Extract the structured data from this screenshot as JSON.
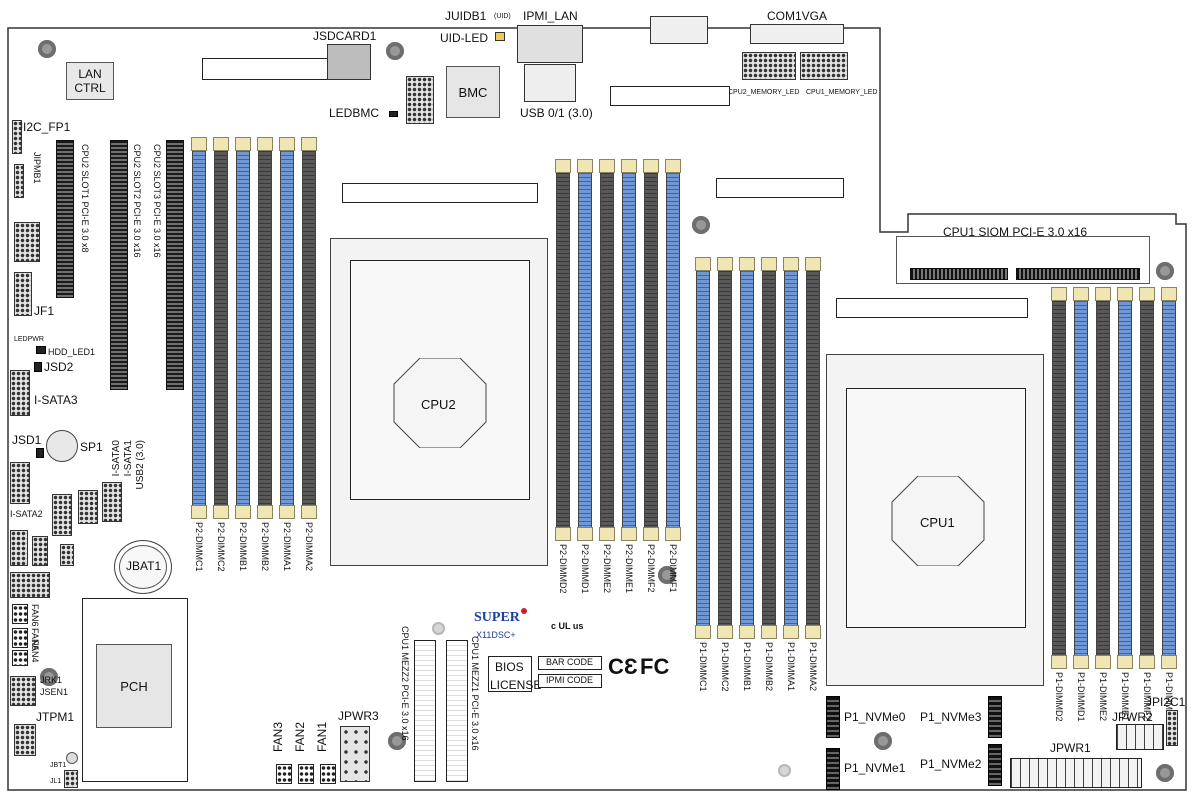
{
  "colors": {
    "board_outline": "#333333",
    "dimm_blue": "#6f98d4",
    "dimm_black": "#585858",
    "dimm_latch": "#efe6b4",
    "chip_fill": "#e6e6e6",
    "socket_fill": "#f3f3f3",
    "brand_red": "#cc1f2a",
    "brand_blue": "#1f3f9a"
  },
  "labels": {
    "juidb1": "JUIDB1",
    "uid_small": "(UID)",
    "uid_led": "UID-LED",
    "ipmi_lan": "IPMI_LAN",
    "com1vga": "COM1VGA",
    "jsdcard1": "JSDCARD1",
    "lan_ctrl_line1": "LAN",
    "lan_ctrl_line2": "CTRL",
    "bmc": "BMC",
    "ledbmc": "LEDBMC",
    "usb01": "USB 0/1 (3.0)",
    "cpu2_memory_led": "CPU2_MEMORY_LED",
    "cpu1_memory_led": "CPU1_MEMORY_LED",
    "ji2c_fp1": "JI2C_FP1",
    "jipmb1": "JIPMB1",
    "cpu2_slot1": "CPU2 SLOT1 PCI-E 3.0 x8",
    "cpu2_slot2": "CPU2 SLOT2 PCI-E 3.0 x16",
    "cpu2_slot3": "CPU2 SLOT3 PCI-E 3.0 x16",
    "jf1": "JF1",
    "ledpwr": "LEDPWR",
    "hdd_led1": "HDD_LED1",
    "jsd2": "JSD2",
    "isata3": "I-SATA3",
    "jsd1": "JSD1",
    "sp1": "SP1",
    "isata0": "I-SATA0",
    "isata1": "I-SATA1",
    "usb2": "USB2 (3.0)",
    "isata2": "I-SATA2",
    "jbat1": "JBAT1",
    "fan6": "FAN6",
    "fan5": "FAN5",
    "fan4": "FAN4",
    "jrk1": "JRK1",
    "jsen1": "JSEN1",
    "jtpm1": "JTPM1",
    "pch": "PCH",
    "jbt1": "JBT1",
    "jl1": "JL1",
    "cpu2": "CPU2",
    "cpu1": "CPU1",
    "siom": "CPU1 SIOM PCI-E 3.0 x16",
    "fan3": "FAN3",
    "fan2": "FAN2",
    "fan1": "FAN1",
    "jpwr3": "JPWR3",
    "cpu1_mezz2": "CPU1 MEZZ2 PCI-E 3.0 x16",
    "cpu1_mezz1": "CPU1 MEZZ1 PCI-E 3.0 x16",
    "brand": "SUPER",
    "model": "X11DSC+",
    "bios": "BIOS",
    "license": "LICENSE",
    "bar_code": "BAR CODE",
    "ipmi_code": "IPMI CODE",
    "ce": "CƐ",
    "fc": "FC",
    "p1_nvme0": "P1_NVMe0",
    "p1_nvme1": "P1_NVMe1",
    "p1_nvme2": "P1_NVMe2",
    "p1_nvme3": "P1_NVMe3",
    "jpwr1": "JPWR1",
    "jpwr2": "JPWR2",
    "jpi2c1": "JPI2C1",
    "ul_mark": "c UL us"
  },
  "dimms": {
    "p2_left": [
      "P2-DIMMC1",
      "P2-DIMMC2",
      "P2-DIMMB1",
      "P2-DIMMB2",
      "P2-DIMMA1",
      "P2-DIMMA2"
    ],
    "p2_right": [
      "P2-DIMMD2",
      "P2-DIMMD1",
      "P2-DIMME2",
      "P2-DIMME1",
      "P2-DIMMF2",
      "P2-DIMMF1"
    ],
    "p1_left": [
      "P1-DIMMC1",
      "P1-DIMMC2",
      "P1-DIMMB1",
      "P1-DIMMB2",
      "P1-DIMMA1",
      "P1-DIMMA2"
    ],
    "p1_right": [
      "P1-DIMMD2",
      "P1-DIMMD1",
      "P1-DIMME2",
      "P1-DIMME1",
      "P1-DIMMF2",
      "P1-DIMMF1"
    ]
  }
}
